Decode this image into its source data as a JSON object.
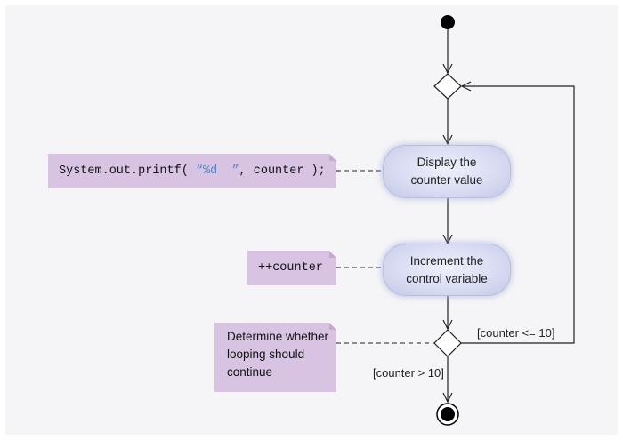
{
  "actions": {
    "display": {
      "line1": "Display the",
      "line2": "counter value"
    },
    "increment": {
      "line1": "Increment the",
      "line2": "control variable"
    }
  },
  "notes": {
    "printf": {
      "prefix": "System.out.printf( ",
      "format": "“%d  ”",
      "suffix": ", counter );"
    },
    "increment": "++counter",
    "decision": {
      "line1": "Determine whether",
      "line2": "looping should",
      "line3": "continue"
    }
  },
  "guards": {
    "loop": "[counter <= 10]",
    "exit": "[counter > 10]"
  },
  "colors": {
    "note": "#d9c3e3",
    "action_fill": "#d9ddf3",
    "format_text": "#4a86c5",
    "line": "#222222"
  }
}
